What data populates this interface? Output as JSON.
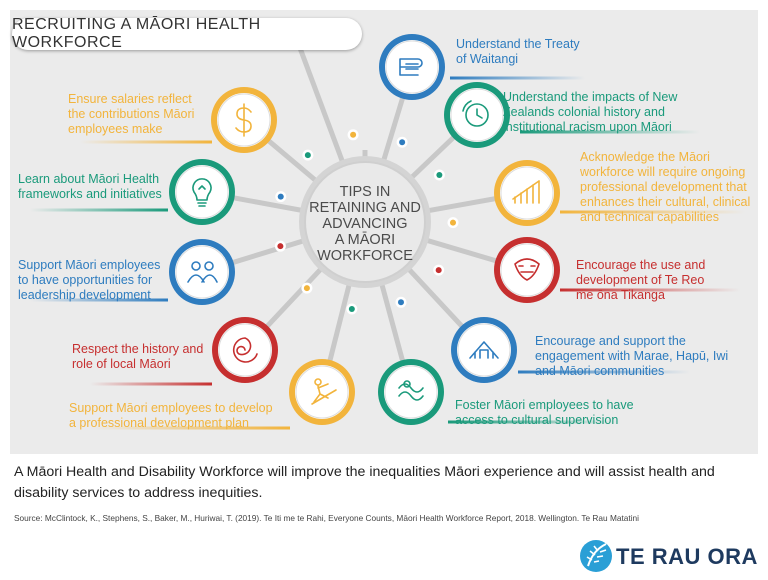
{
  "title": "RECRUITING A MĀORI HEALTH WORKFORCE",
  "center": {
    "lines": [
      "TIPS IN",
      "RETAINING AND",
      "ADVANCING",
      "A MĀORI",
      "WORKFORCE"
    ]
  },
  "tips": [
    {
      "id": "treaty",
      "lines": [
        "Understand the Treaty",
        "of Waitangi"
      ],
      "color": "#2e7cbf",
      "icon": "scroll-icon"
    },
    {
      "id": "colonial",
      "lines": [
        "Understand the impacts of New",
        "Zealands colonial history and",
        "institutional racism upon Māori"
      ],
      "color": "#1a9a7b",
      "icon": "clock-icon"
    },
    {
      "id": "development",
      "lines": [
        "Acknowledge the Māori",
        "workforce will require ongoing",
        "professional development that",
        "enhances their cultural, clinical",
        "and technical capabilities"
      ],
      "color": "#f2b43c",
      "icon": "growth-chart-icon"
    },
    {
      "id": "reo",
      "lines": [
        "Encourage the use and",
        "development of Te Reo",
        "me ōna Tikanga"
      ],
      "color": "#c62f2f",
      "icon": "tiki-face-icon"
    },
    {
      "id": "marae",
      "lines": [
        "Encourage and support the",
        "engagement with Marae, Hapū, Iwi",
        "and Māori communities"
      ],
      "color": "#2e7cbf",
      "icon": "marae-icon"
    },
    {
      "id": "supervision",
      "lines": [
        "Foster Māori employees to have",
        "access to cultural supervision"
      ],
      "color": "#1a9a7b",
      "icon": "koru-pattern-icon"
    },
    {
      "id": "plan",
      "lines": [
        "Support Māori employees to develop",
        "a professional development plan"
      ],
      "color": "#f2b43c",
      "icon": "climber-icon"
    },
    {
      "id": "history",
      "lines": [
        "Respect the history and",
        "role of local Māori"
      ],
      "color": "#c62f2f",
      "icon": "koru-icon"
    },
    {
      "id": "leadership",
      "lines": [
        "Support Māori employees",
        "to have opportunities for",
        "leadership development"
      ],
      "color": "#2e7cbf",
      "icon": "people-icon"
    },
    {
      "id": "frameworks",
      "lines": [
        "Learn about Māori Health",
        "frameworks and initiatives"
      ],
      "color": "#1a9a7b",
      "icon": "lightbulb-icon"
    },
    {
      "id": "salaries",
      "lines": [
        "Ensure salaries reflect",
        "the contributions Māori",
        "employees make"
      ],
      "color": "#f2b43c",
      "icon": "dollar-icon"
    }
  ],
  "bottom_text": "A Māori Health and Disability Workforce will improve the inequalities Māori experience and will assist health and disability services to address inequities.",
  "source": "Source: McClintock, K., Stephens, S., Baker, M., Huriwai, T. (2019). Te Iti me te Rahi, Everyone Counts, Māori Health Workforce Report, 2018. Wellington. Te Rau Matatini",
  "logo": {
    "text": "TE RAU ORA",
    "color": "#1e3a5f",
    "accent": "#2a9fd6"
  }
}
